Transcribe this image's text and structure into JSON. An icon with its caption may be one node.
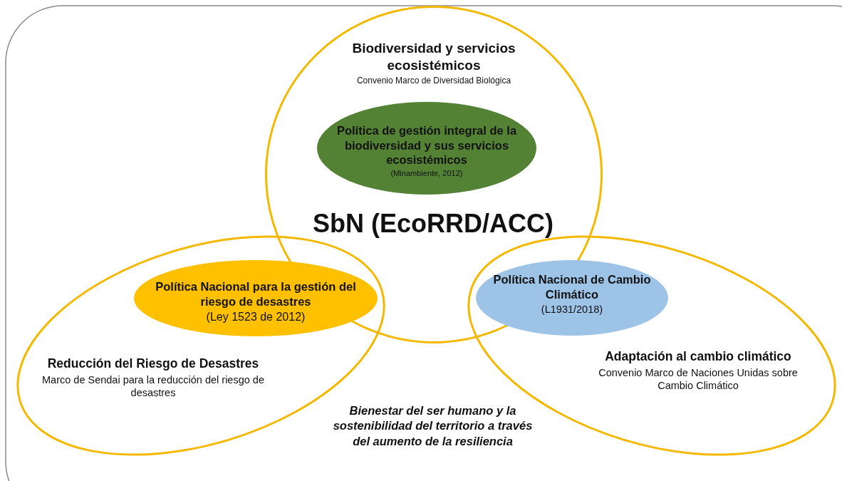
{
  "diagram": {
    "nodes": [
      {
        "text": [
          "Biodiversidad y servicios ecosistémicos",
          "Convenio Marco de Diversidad Biológica"
        ]
      },
      {
        "text": [
          "Política de gestión integral de la biodiversidad y sus servicios ecosistémicos",
          "(Minambiente, 2012)"
        ],
        "in": 0
      },
      {
        "text": [
          "Reducción del Riesgo de Desastres",
          "Marco de Sendai para la reducción del riesgo de desastres"
        ]
      },
      {
        "text": [
          "Política Nacional para la gestión del riesgo de desastres",
          "(Ley 1523 de 2012)"
        ],
        "in": 2
      },
      {
        "text": [
          "Adaptación al cambio climático",
          "Convenio Marco de Naciones Unidas sobre Cambio Climático"
        ]
      },
      {
        "text": [
          "Política Nacional de Cambio Climático",
          "(L1931/2018)"
        ],
        "in": 4
      }
    ],
    "labels": [
      "SbN (EcoRRD/ACC)",
      "Bienestar del ser humano y la sostenibilidad del territorio a través del aumento de la resiliencia"
    ]
  }
}
